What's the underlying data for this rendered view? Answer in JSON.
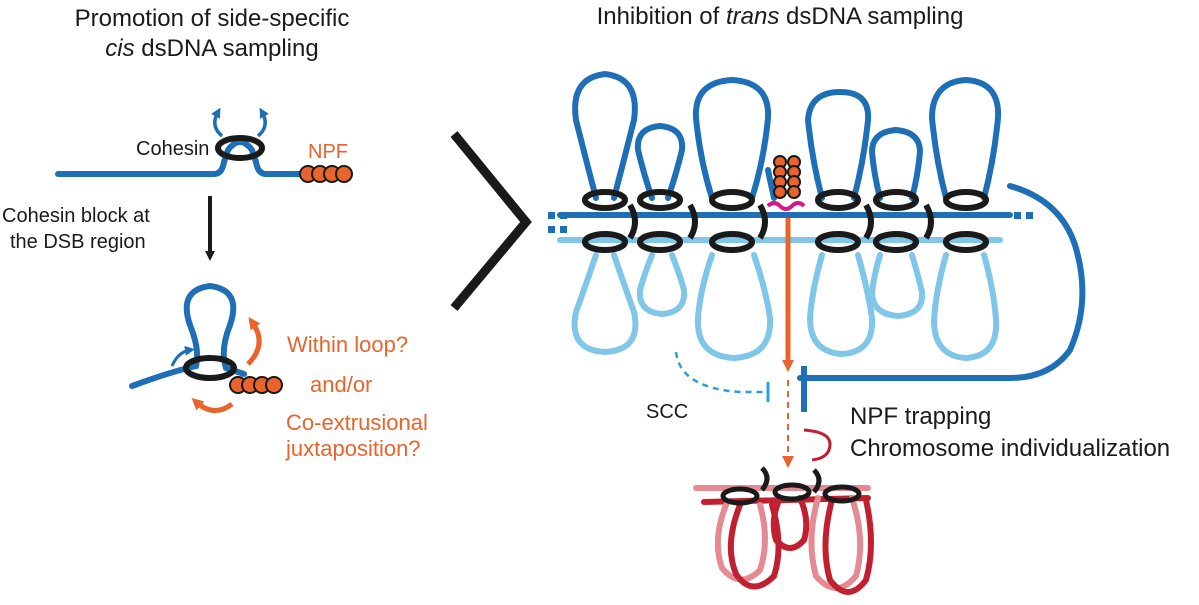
{
  "left_panel": {
    "title_line1": "Promotion of side-specific",
    "title_line2_em": "cis",
    "title_line2_rest": " dsDNA sampling",
    "cohesin_label": "Cohesin",
    "npf_label": "NPF",
    "block_label_line1": "Cohesin block at",
    "block_label_line2": "the DSB region",
    "within_loop": "Within loop?",
    "and_or": "and/or",
    "co_extrusional_line1": "Co-extrusional",
    "co_extrusional_line2": "juxtaposition?"
  },
  "right_panel": {
    "title_pre": "Inhibition of ",
    "title_em": "trans",
    "title_post": " dsDNA sampling",
    "scc_label": "SCC",
    "npf_trapping": "NPF trapping",
    "chromosome_individualization": "Chromosome individualization"
  },
  "colors": {
    "dark_blue": "#1f6fb6",
    "light_blue": "#7fc6e8",
    "orange": "#e8642c",
    "black": "#1a1a1a",
    "dark_red": "#c0202f",
    "pink_red": "#e58a92",
    "magenta": "#d6178a"
  }
}
